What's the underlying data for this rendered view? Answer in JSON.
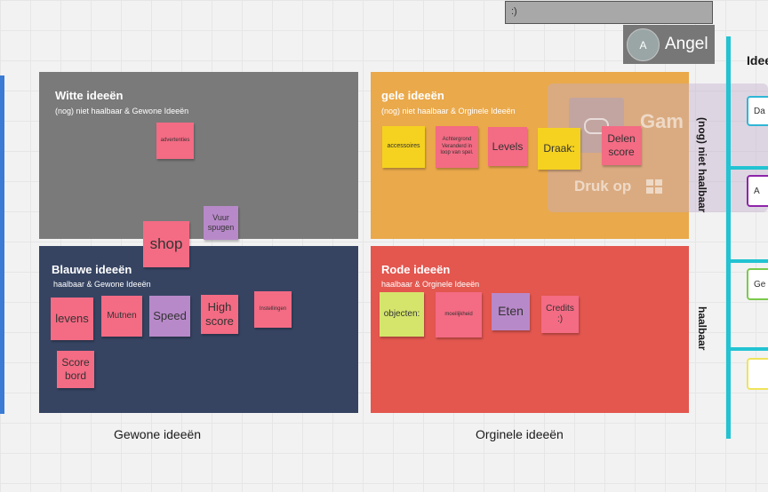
{
  "top_input": {
    "value": ":)"
  },
  "user": {
    "initial": "A",
    "name": "Angel"
  },
  "quadrants": {
    "witte": {
      "title": "Witte ideeën",
      "subtitle": "(nog) niet haalbaar & Gewone Ideeën",
      "color": "#7a7a7a"
    },
    "gele": {
      "title": "gele ideeën",
      "subtitle": "(nog) niet haalbaar & Orginele Ideeën",
      "color": "#eaa94b"
    },
    "blauwe": {
      "title": "Blauwe ideeën",
      "subtitle": "haalbaar & Gewone Ideeën",
      "color": "#364462"
    },
    "rode": {
      "title": "Rode ideeën",
      "subtitle": "haalbaar & Orginele Ideeën",
      "color": "#e3574f"
    }
  },
  "notes": {
    "advertenties": "advertenties",
    "vuur_spugen": "Vuur spugen",
    "shop": "shop",
    "accessoires": "accessoires",
    "achtergrond": "Achtergrond Veranderd in loop van spel.",
    "levels": "Levels",
    "draak": "Draak:",
    "delen_score": "Delen score",
    "levens": "levens",
    "mutnen": "Mutnen",
    "speed": "Speed",
    "high_score": "High score",
    "instellingen": "Instellingen",
    "score_bord": "Score bord",
    "objecten": "objecten:",
    "moeilijkheid": "moeilijkheid",
    "eten": "Eten",
    "credits": "Credits :)"
  },
  "overlay": {
    "title": "Gam",
    "subtitle": "Druk op"
  },
  "axis": {
    "col_gewone": "Gewone ideeën",
    "col_orginele": "Orginele ideeën",
    "row_niet_haalbaar": "(nog) niet haalbaar",
    "row_haalbaar": "haalbaar"
  },
  "right_panel": {
    "title": "Idee",
    "boxes": [
      "Da",
      "A",
      "Ge",
      ""
    ],
    "box_colors": [
      "#2eb6d6",
      "#8e24aa",
      "#7bc94b",
      "#f0e35a"
    ],
    "rail_color": "#22c3d2"
  }
}
